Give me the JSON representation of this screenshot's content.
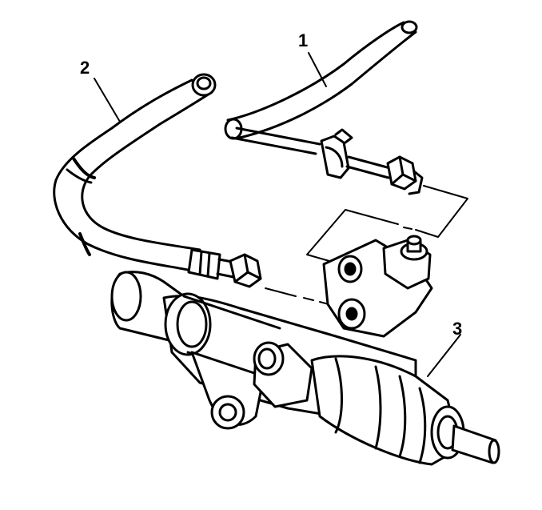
{
  "figure": {
    "callouts": [
      {
        "label": "1"
      },
      {
        "label": "2"
      },
      {
        "label": "3"
      }
    ]
  }
}
